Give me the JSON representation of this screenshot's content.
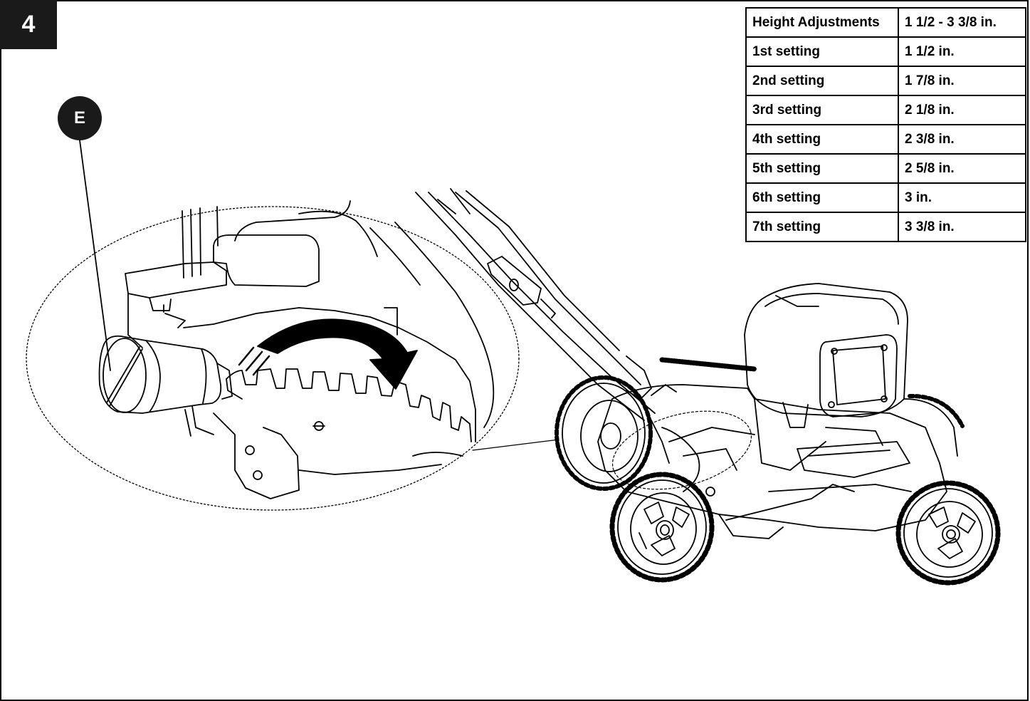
{
  "step_number": "4",
  "callout_label": "E",
  "height_table": {
    "rows": [
      [
        "Height Adjustments",
        "1 1/2 - 3 3/8 in."
      ],
      [
        "1st setting",
        "1 1/2 in."
      ],
      [
        "2nd setting",
        "1 7/8 in."
      ],
      [
        "3rd setting",
        "2 1/8 in."
      ],
      [
        "4th setting",
        "2 3/8 in."
      ],
      [
        "5th setting",
        "2 5/8 in."
      ],
      [
        "6th setting",
        "3 in."
      ],
      [
        "7th setting",
        "3 3/8 in."
      ]
    ]
  }
}
